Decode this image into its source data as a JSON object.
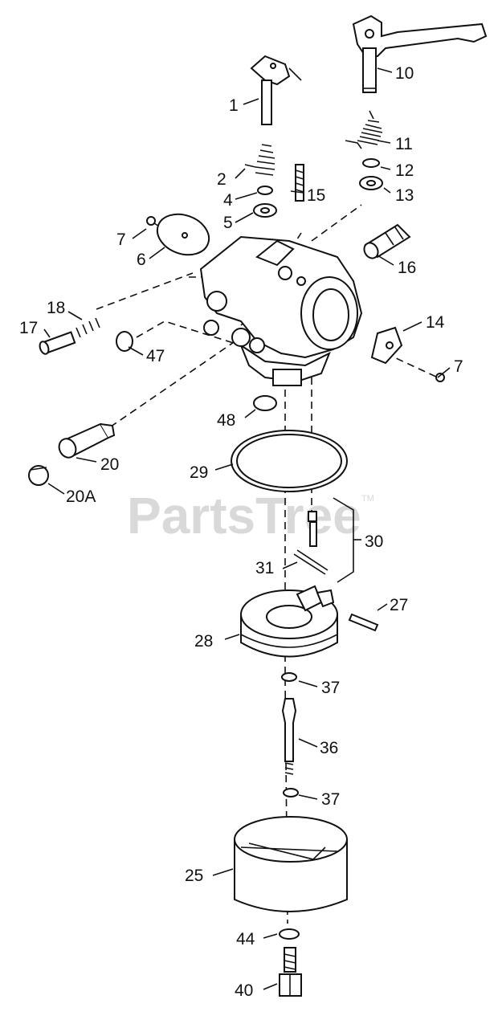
{
  "watermark": {
    "text": "PartsTree",
    "tm": "TM"
  },
  "callouts": [
    {
      "key": "c1",
      "text": "1"
    },
    {
      "key": "c10",
      "text": "10"
    },
    {
      "key": "c11",
      "text": "11"
    },
    {
      "key": "c12",
      "text": "12"
    },
    {
      "key": "c13",
      "text": "13"
    },
    {
      "key": "c2",
      "text": "2"
    },
    {
      "key": "c4",
      "text": "4"
    },
    {
      "key": "c15",
      "text": "15"
    },
    {
      "key": "c5",
      "text": "5"
    },
    {
      "key": "c7a",
      "text": "7"
    },
    {
      "key": "c6",
      "text": "6"
    },
    {
      "key": "c16",
      "text": "16"
    },
    {
      "key": "c18",
      "text": "18"
    },
    {
      "key": "c17",
      "text": "17"
    },
    {
      "key": "c14",
      "text": "14"
    },
    {
      "key": "c47",
      "text": "47"
    },
    {
      "key": "c7b",
      "text": "7"
    },
    {
      "key": "c48",
      "text": "48"
    },
    {
      "key": "c20",
      "text": "20"
    },
    {
      "key": "c29",
      "text": "29"
    },
    {
      "key": "c20A",
      "text": "20A"
    },
    {
      "key": "c30",
      "text": "30"
    },
    {
      "key": "c31",
      "text": "31"
    },
    {
      "key": "c27",
      "text": "27"
    },
    {
      "key": "c28",
      "text": "28"
    },
    {
      "key": "c37a",
      "text": "37"
    },
    {
      "key": "c36",
      "text": "36"
    },
    {
      "key": "c37b",
      "text": "37"
    },
    {
      "key": "c25",
      "text": "25"
    },
    {
      "key": "c44",
      "text": "44"
    },
    {
      "key": "c40",
      "text": "40"
    }
  ]
}
